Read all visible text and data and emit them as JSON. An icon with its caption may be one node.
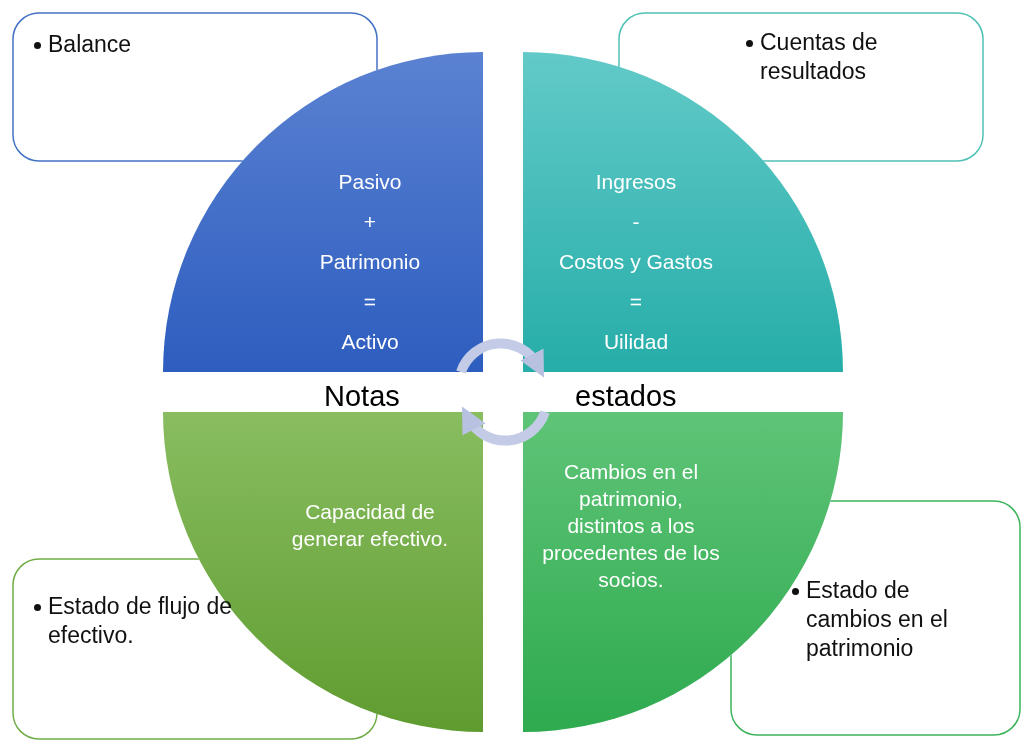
{
  "diagram": {
    "nodes": [
      {
        "text": [
          "Balance"
        ]
      },
      {
        "text": [
          "Cuentas de resultados"
        ]
      },
      {
        "text": [
          "Pasivo",
          "+",
          "Patrimonio",
          "=",
          "Activo"
        ]
      },
      {
        "text": [
          "Ingresos",
          "-",
          "Costos y Gastos",
          "=",
          "Uilidad"
        ]
      },
      {
        "text": [
          "Capacidad de generar efectivo."
        ]
      },
      {
        "text": [
          "Cambios en el patrimonio, distintos a los procedentes de los socios."
        ]
      },
      {
        "text": [
          "Estado de flujo de efectivo."
        ]
      },
      {
        "text": [
          "Estado de cambios en el patrimonio"
        ]
      }
    ],
    "edges": [
      {
        "from": 2,
        "to": 3,
        "arrow": "to"
      },
      {
        "from": 5,
        "to": 4,
        "arrow": "to"
      }
    ],
    "labels": [
      "Notas",
      "estados"
    ]
  }
}
